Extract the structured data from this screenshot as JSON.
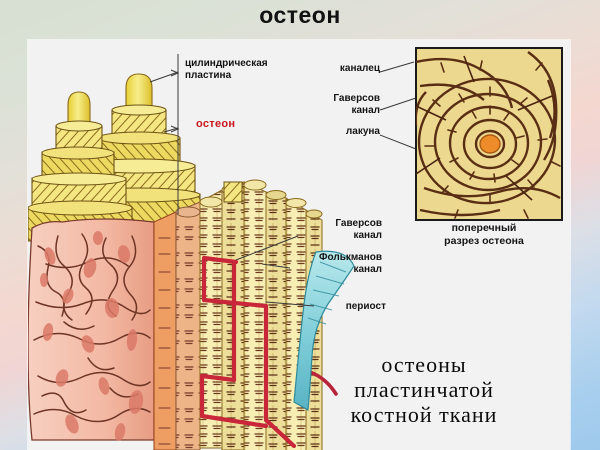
{
  "slide": {
    "title": "остеон",
    "background": {
      "from": "#d7e0d2",
      "mid": "#f4d7cf",
      "to": "#9ec9ec"
    },
    "panel_bg": "#f2f2f2"
  },
  "figure": {
    "labels": {
      "cylindrical_plate": "цилиндрическая\nпластина",
      "osteon": "остеон",
      "canaliculus": "каналец",
      "haversian_canal_top": "Гаверсов\nканал",
      "lacuna": "лакуна",
      "haversian_canal_mid": "Гаверсов\nканал",
      "volkmann_canal": "Фолькманов\nканал",
      "periosteum": "периост"
    },
    "inset_caption": "поперечный\nразрез остеона",
    "bottom_caption": "остеоны\nпластинчатой\nкостной ткани",
    "colors": {
      "osteon_label": "#c9161d",
      "label_text": "#141414",
      "lamella_yellow": "#f2e46b",
      "lamella_shade": "#e0c44a",
      "lamella_hatch": "#8a6a1e",
      "spongy_bone": "#f3b9a4",
      "spongy_outline": "#7a3b2c",
      "compact_bone": "#f6edb2",
      "compact_edge": "#e09456",
      "lacuna_brown": "#6d3b20",
      "blood_vessel": "#c9263a",
      "periosteum_teal": "#8fd6dd",
      "haversian_center": "#ef8c2a",
      "inset_bg": "#ecd98f",
      "inset_ring": "#5a2e14",
      "leader_line": "#3a3a3a"
    }
  }
}
